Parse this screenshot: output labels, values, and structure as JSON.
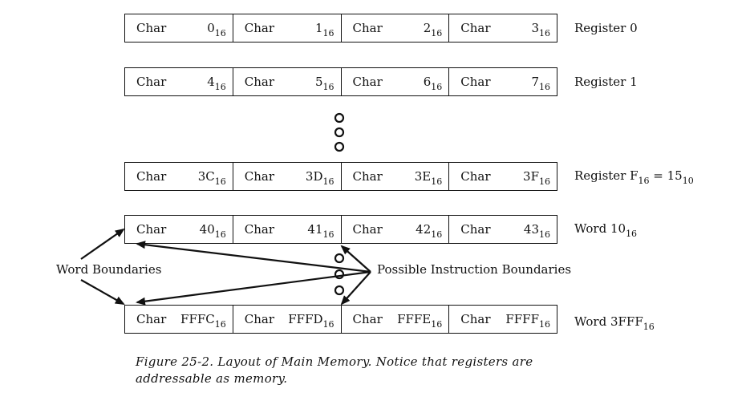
{
  "rows": [
    {
      "cells": [
        {
          "label": "Char",
          "num": "0",
          "sub": "16"
        },
        {
          "label": "Char",
          "num": "1",
          "sub": "16"
        },
        {
          "label": "Char",
          "num": "2",
          "sub": "16"
        },
        {
          "label": "Char",
          "num": "3",
          "sub": "16"
        }
      ],
      "name": {
        "main": "Register 0",
        "sub": "",
        "tail": ""
      }
    },
    {
      "cells": [
        {
          "label": "Char",
          "num": "4",
          "sub": "16"
        },
        {
          "label": "Char",
          "num": "5",
          "sub": "16"
        },
        {
          "label": "Char",
          "num": "6",
          "sub": "16"
        },
        {
          "label": "Char",
          "num": "7",
          "sub": "16"
        }
      ],
      "name": {
        "main": "Register 1",
        "sub": "",
        "tail": ""
      }
    },
    {
      "cells": [
        {
          "label": "Char",
          "num": "3C",
          "sub": "16"
        },
        {
          "label": "Char",
          "num": "3D",
          "sub": "16"
        },
        {
          "label": "Char",
          "num": "3E",
          "sub": "16"
        },
        {
          "label": "Char",
          "num": "3F",
          "sub": "16"
        }
      ],
      "name": {
        "main": "Register F",
        "sub": "16",
        "tail": " = 15",
        "sub2": "10"
      }
    },
    {
      "cells": [
        {
          "label": "Char",
          "num": "40",
          "sub": "16"
        },
        {
          "label": "Char",
          "num": "41",
          "sub": "16"
        },
        {
          "label": "Char",
          "num": "42",
          "sub": "16"
        },
        {
          "label": "Char",
          "num": "43",
          "sub": "16"
        }
      ],
      "name": {
        "main": "Word 10",
        "sub": "16",
        "tail": ""
      }
    },
    {
      "cells": [
        {
          "label": "Char",
          "num": "FFFC",
          "sub": "16"
        },
        {
          "label": "Char",
          "num": "FFFD",
          "sub": "16"
        },
        {
          "label": "Char",
          "num": "FFFE",
          "sub": "16"
        },
        {
          "label": "Char",
          "num": "FFFF",
          "sub": "16"
        }
      ],
      "name": {
        "main": "Word 3FFF",
        "sub": "16",
        "tail": ""
      }
    }
  ],
  "labels": {
    "word_boundaries": "Word Boundaries",
    "instruction_boundaries": "Possible Instruction Boundaries"
  },
  "caption": "Figure 25-2. Layout of Main Memory. Notice that registers are addressable as memory."
}
